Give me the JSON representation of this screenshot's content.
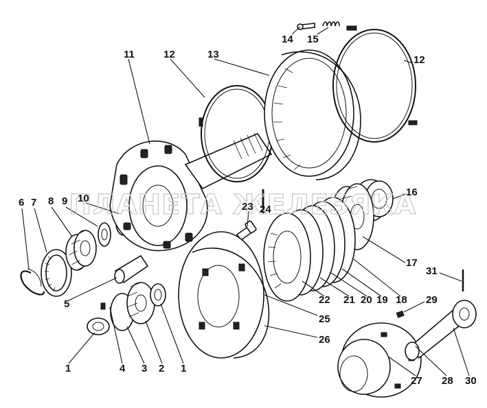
{
  "watermark": "ПЛАНЕТА ЖЕЛЕЗЯКА",
  "callouts": [
    {
      "id": "c1a",
      "text": "1"
    },
    {
      "id": "c1b",
      "text": "1"
    },
    {
      "id": "c2",
      "text": "2"
    },
    {
      "id": "c3",
      "text": "3"
    },
    {
      "id": "c4",
      "text": "4"
    },
    {
      "id": "c5",
      "text": "5"
    },
    {
      "id": "c6",
      "text": "6"
    },
    {
      "id": "c7",
      "text": "7"
    },
    {
      "id": "c8",
      "text": "8"
    },
    {
      "id": "c9",
      "text": "9"
    },
    {
      "id": "c10",
      "text": "10"
    },
    {
      "id": "c11",
      "text": "11"
    },
    {
      "id": "c12a",
      "text": "12"
    },
    {
      "id": "c12b",
      "text": "12"
    },
    {
      "id": "c13",
      "text": "13"
    },
    {
      "id": "c14",
      "text": "14"
    },
    {
      "id": "c15",
      "text": "15"
    },
    {
      "id": "c16",
      "text": "16"
    },
    {
      "id": "c17",
      "text": "17"
    },
    {
      "id": "c18",
      "text": "18"
    },
    {
      "id": "c19",
      "text": "19"
    },
    {
      "id": "c20",
      "text": "20"
    },
    {
      "id": "c21",
      "text": "21"
    },
    {
      "id": "c22",
      "text": "22"
    },
    {
      "id": "c23",
      "text": "23"
    },
    {
      "id": "c24",
      "text": "24"
    },
    {
      "id": "c25",
      "text": "25"
    },
    {
      "id": "c26",
      "text": "26"
    },
    {
      "id": "c27",
      "text": "27"
    },
    {
      "id": "c28",
      "text": "28"
    },
    {
      "id": "c29",
      "text": "29"
    },
    {
      "id": "c30",
      "text": "30"
    },
    {
      "id": "c31",
      "text": "31"
    }
  ]
}
